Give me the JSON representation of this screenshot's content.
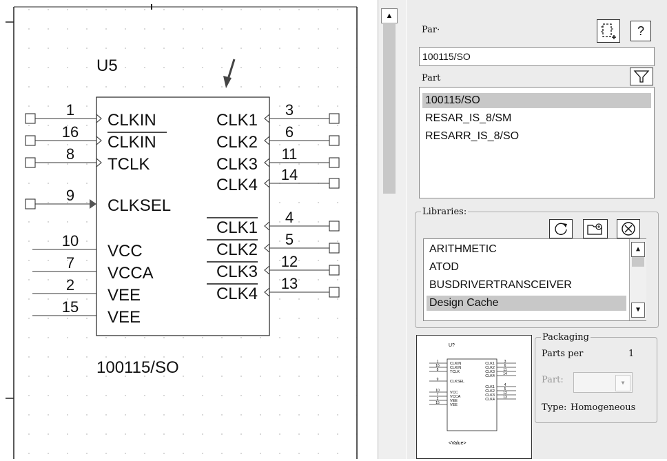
{
  "schematic": {
    "refdes": "U5",
    "part_value": "100115/SO",
    "left_pins": [
      {
        "num": "1",
        "name": "CLKIN",
        "overbar": false,
        "marker": "clock"
      },
      {
        "num": "16",
        "name": "CLKIN",
        "overbar": true,
        "marker": "clock"
      },
      {
        "num": "8",
        "name": "TCLK",
        "overbar": false,
        "marker": "clock"
      },
      {
        "num": "9",
        "name": "CLKSEL",
        "overbar": false,
        "marker": "arrow"
      },
      {
        "num": "10",
        "name": "VCC",
        "overbar": false,
        "marker": "none"
      },
      {
        "num": "7",
        "name": "VCCA",
        "overbar": false,
        "marker": "none"
      },
      {
        "num": "2",
        "name": "VEE",
        "overbar": false,
        "marker": "none"
      },
      {
        "num": "15",
        "name": "VEE",
        "overbar": false,
        "marker": "none"
      }
    ],
    "right_pins": [
      {
        "num": "3",
        "name": "CLK1",
        "overbar": false
      },
      {
        "num": "6",
        "name": "CLK2",
        "overbar": false
      },
      {
        "num": "11",
        "name": "CLK3",
        "overbar": false
      },
      {
        "num": "14",
        "name": "CLK4",
        "overbar": false
      },
      {
        "num": "4",
        "name": "CLK1",
        "overbar": true
      },
      {
        "num": "5",
        "name": "CLK2",
        "overbar": true
      },
      {
        "num": "12",
        "name": "CLK3",
        "overbar": true
      },
      {
        "num": "13",
        "name": "CLK4",
        "overbar": true
      }
    ]
  },
  "panel": {
    "part_search_label": "Par·",
    "part_search_value": "100115/SO",
    "part_list_label": "Part",
    "parts": [
      "100115/SO",
      "RESAR_IS_8/SM",
      "RESARR_IS_8/SO"
    ],
    "selected_part": 0,
    "libraries_label": "Libraries:",
    "libraries": [
      "ARITHMETIC",
      "ATOD",
      "BUSDRIVERTRANSCEIVER",
      "Design Cache"
    ],
    "selected_library": 3,
    "packaging": {
      "title": "Packaging",
      "parts_per_label": "Parts per",
      "parts_per_value": "1",
      "part_label": "Part:",
      "type_label": "Type:",
      "type_value": "Homogeneous"
    },
    "preview": {
      "refdes": "U?",
      "value": "<Value>"
    }
  },
  "icons": {
    "place_part": "place-part-icon",
    "help": "help-icon",
    "filter": "filter-icon",
    "refresh": "refresh-icon",
    "add_library": "add-library-icon",
    "remove_library": "remove-library-icon"
  }
}
